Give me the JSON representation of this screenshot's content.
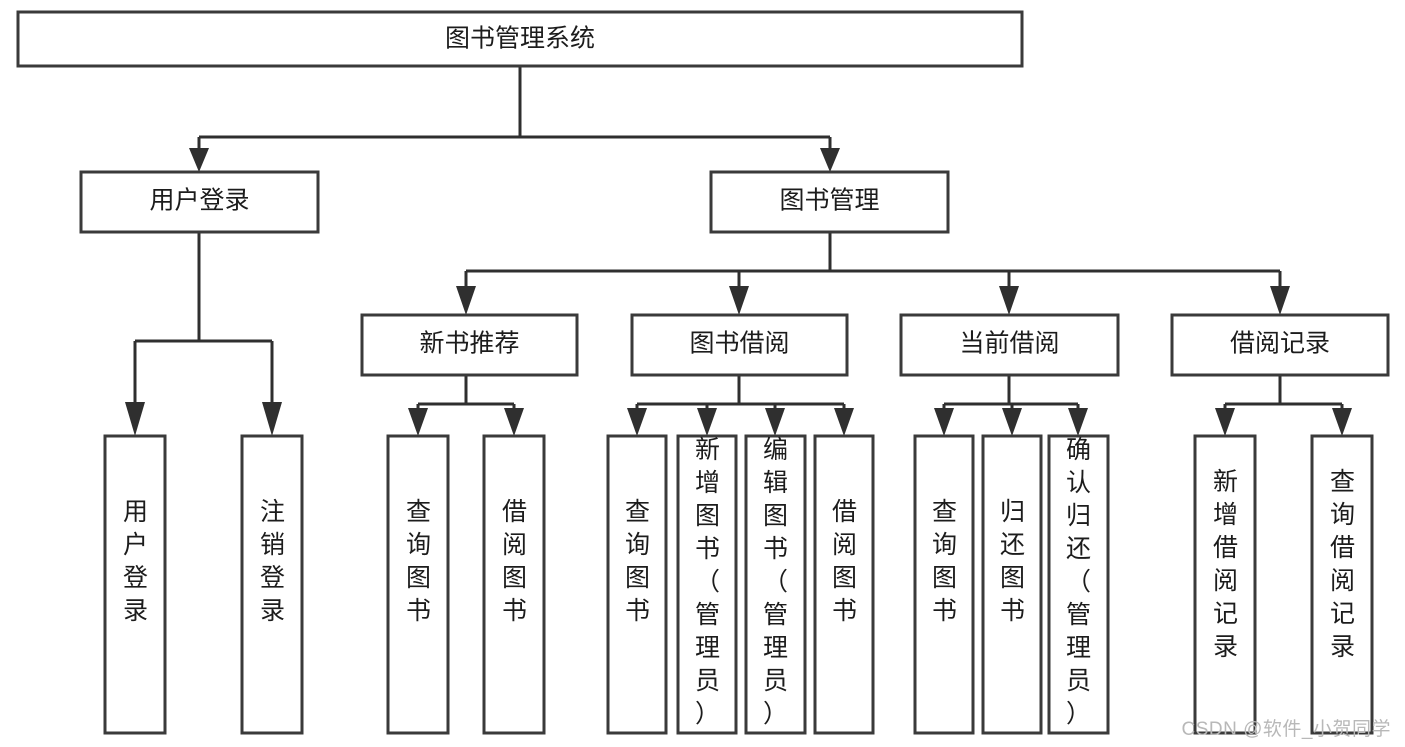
{
  "diagram": {
    "type": "tree-hierarchy-chart",
    "title": "图书管理系统",
    "watermark": "CSDN @软件_小贺同学",
    "colors": {
      "box_stroke": "#3a3a3a",
      "box_fill": "#ffffff",
      "connector": "#2f2f2f",
      "text": "#1c1c1c",
      "background": "#ffffff",
      "watermark": "#b8b8b8"
    },
    "root": {
      "label": "图书管理系统",
      "orientation": "horizontal"
    },
    "level2": [
      {
        "label": "用户登录",
        "orientation": "horizontal"
      },
      {
        "label": "图书管理",
        "orientation": "horizontal"
      }
    ],
    "level3": [
      {
        "label": "新书推荐",
        "orientation": "horizontal",
        "parent": "图书管理"
      },
      {
        "label": "图书借阅",
        "orientation": "horizontal",
        "parent": "图书管理"
      },
      {
        "label": "当前借阅",
        "orientation": "horizontal",
        "parent": "图书管理"
      },
      {
        "label": "借阅记录",
        "orientation": "horizontal",
        "parent": "图书管理"
      }
    ],
    "leaves": {
      "user_login": [
        {
          "label": "用户登录",
          "lines": [
            "用",
            "户",
            "登",
            "录"
          ]
        },
        {
          "label": "注销登录",
          "lines": [
            "注",
            "销",
            "登",
            "录"
          ]
        }
      ],
      "new_book_recommend": [
        {
          "label": "查询图书",
          "lines": [
            "查",
            "询",
            "图",
            "书"
          ]
        },
        {
          "label": "借阅图书",
          "lines": [
            "借",
            "阅",
            "图",
            "书"
          ]
        }
      ],
      "book_borrow": [
        {
          "label": "查询图书",
          "lines": [
            "查",
            "询",
            "图",
            "书"
          ]
        },
        {
          "label": "新增图书（管理员）",
          "lines": [
            "新",
            "增",
            "图",
            "书",
            "（",
            "管",
            "理",
            "员",
            "）"
          ]
        },
        {
          "label": "编辑图书（管理员）",
          "lines": [
            "编",
            "辑",
            "图",
            "书",
            "（",
            "管",
            "理",
            "员",
            "）"
          ]
        },
        {
          "label": "借阅图书",
          "lines": [
            "借",
            "阅",
            "图",
            "书"
          ]
        }
      ],
      "current_borrow": [
        {
          "label": "查询图书",
          "lines": [
            "查",
            "询",
            "图",
            "书"
          ]
        },
        {
          "label": "归还图书",
          "lines": [
            "归",
            "还",
            "图",
            "书"
          ]
        },
        {
          "label": "确认归还（管理员）",
          "lines": [
            "确",
            "认",
            "归",
            "还",
            "（",
            "管",
            "理",
            "员",
            "）"
          ]
        }
      ],
      "borrow_record": [
        {
          "label": "新增借阅记录",
          "lines": [
            "新",
            "增",
            "借",
            "阅",
            "记",
            "录"
          ]
        },
        {
          "label": "查询借阅记录",
          "lines": [
            "查",
            "询",
            "借",
            "阅",
            "记",
            "录"
          ]
        }
      ]
    }
  }
}
